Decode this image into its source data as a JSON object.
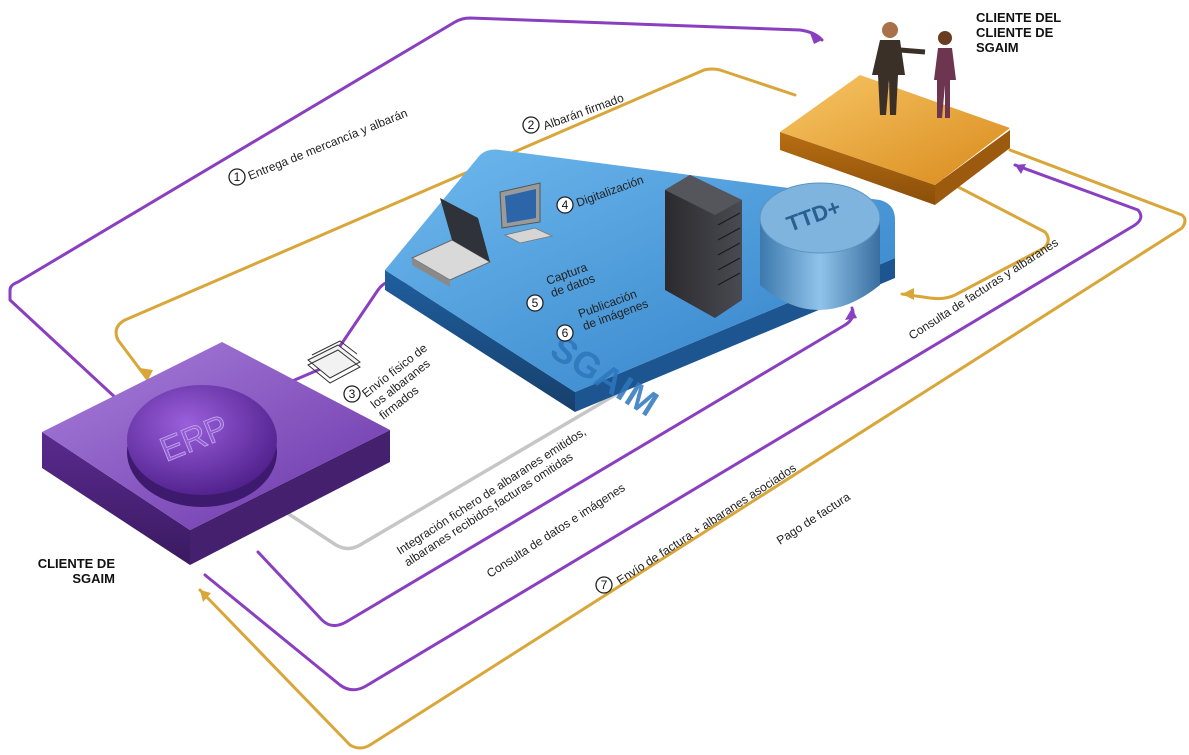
{
  "nodes": {
    "cliente_del_cliente": "CLIENTE DEL\nCLIENTE DE\nSGAIM",
    "cliente_sgaim": "CLIENTE DE\nSGAIM",
    "erp": "ERP",
    "sgaim": "SGAIM",
    "ttd": "TTD+"
  },
  "steps": [
    {
      "num": "1",
      "label": "Entrega de mercancía y albarán"
    },
    {
      "num": "2",
      "label": "Albarán firmado"
    },
    {
      "num": "3",
      "label_lines": [
        "Envío físico de",
        "los albaranes",
        "firmados"
      ]
    },
    {
      "num": "4",
      "label": "Digitalización"
    },
    {
      "num": "5",
      "label_lines": [
        "Captura",
        "de datos"
      ]
    },
    {
      "num": "6",
      "label_lines": [
        "Publicación",
        "de imágenes"
      ]
    },
    {
      "num": "7",
      "label": "Envío de factura + albaranes asociados"
    }
  ],
  "flows": {
    "integracion": [
      "Integración fichero de albaranes emitidos,",
      "albaranes recibidos,facturas omitidas"
    ],
    "consulta_datos": "Consulta de datos e imágenes",
    "consulta_facturas": "Consulta de facturas y albaranes",
    "pago": "Pago de factura"
  },
  "colors": {
    "purple": "#8a3fc0",
    "gold": "#d9a63a",
    "gray": "#bfbfbf",
    "sgaim_blue": "#3f93d6",
    "erp_purple": "#7c44b8",
    "client_orange": "#e0982a",
    "ttd_blue": "#4a8fc6"
  }
}
